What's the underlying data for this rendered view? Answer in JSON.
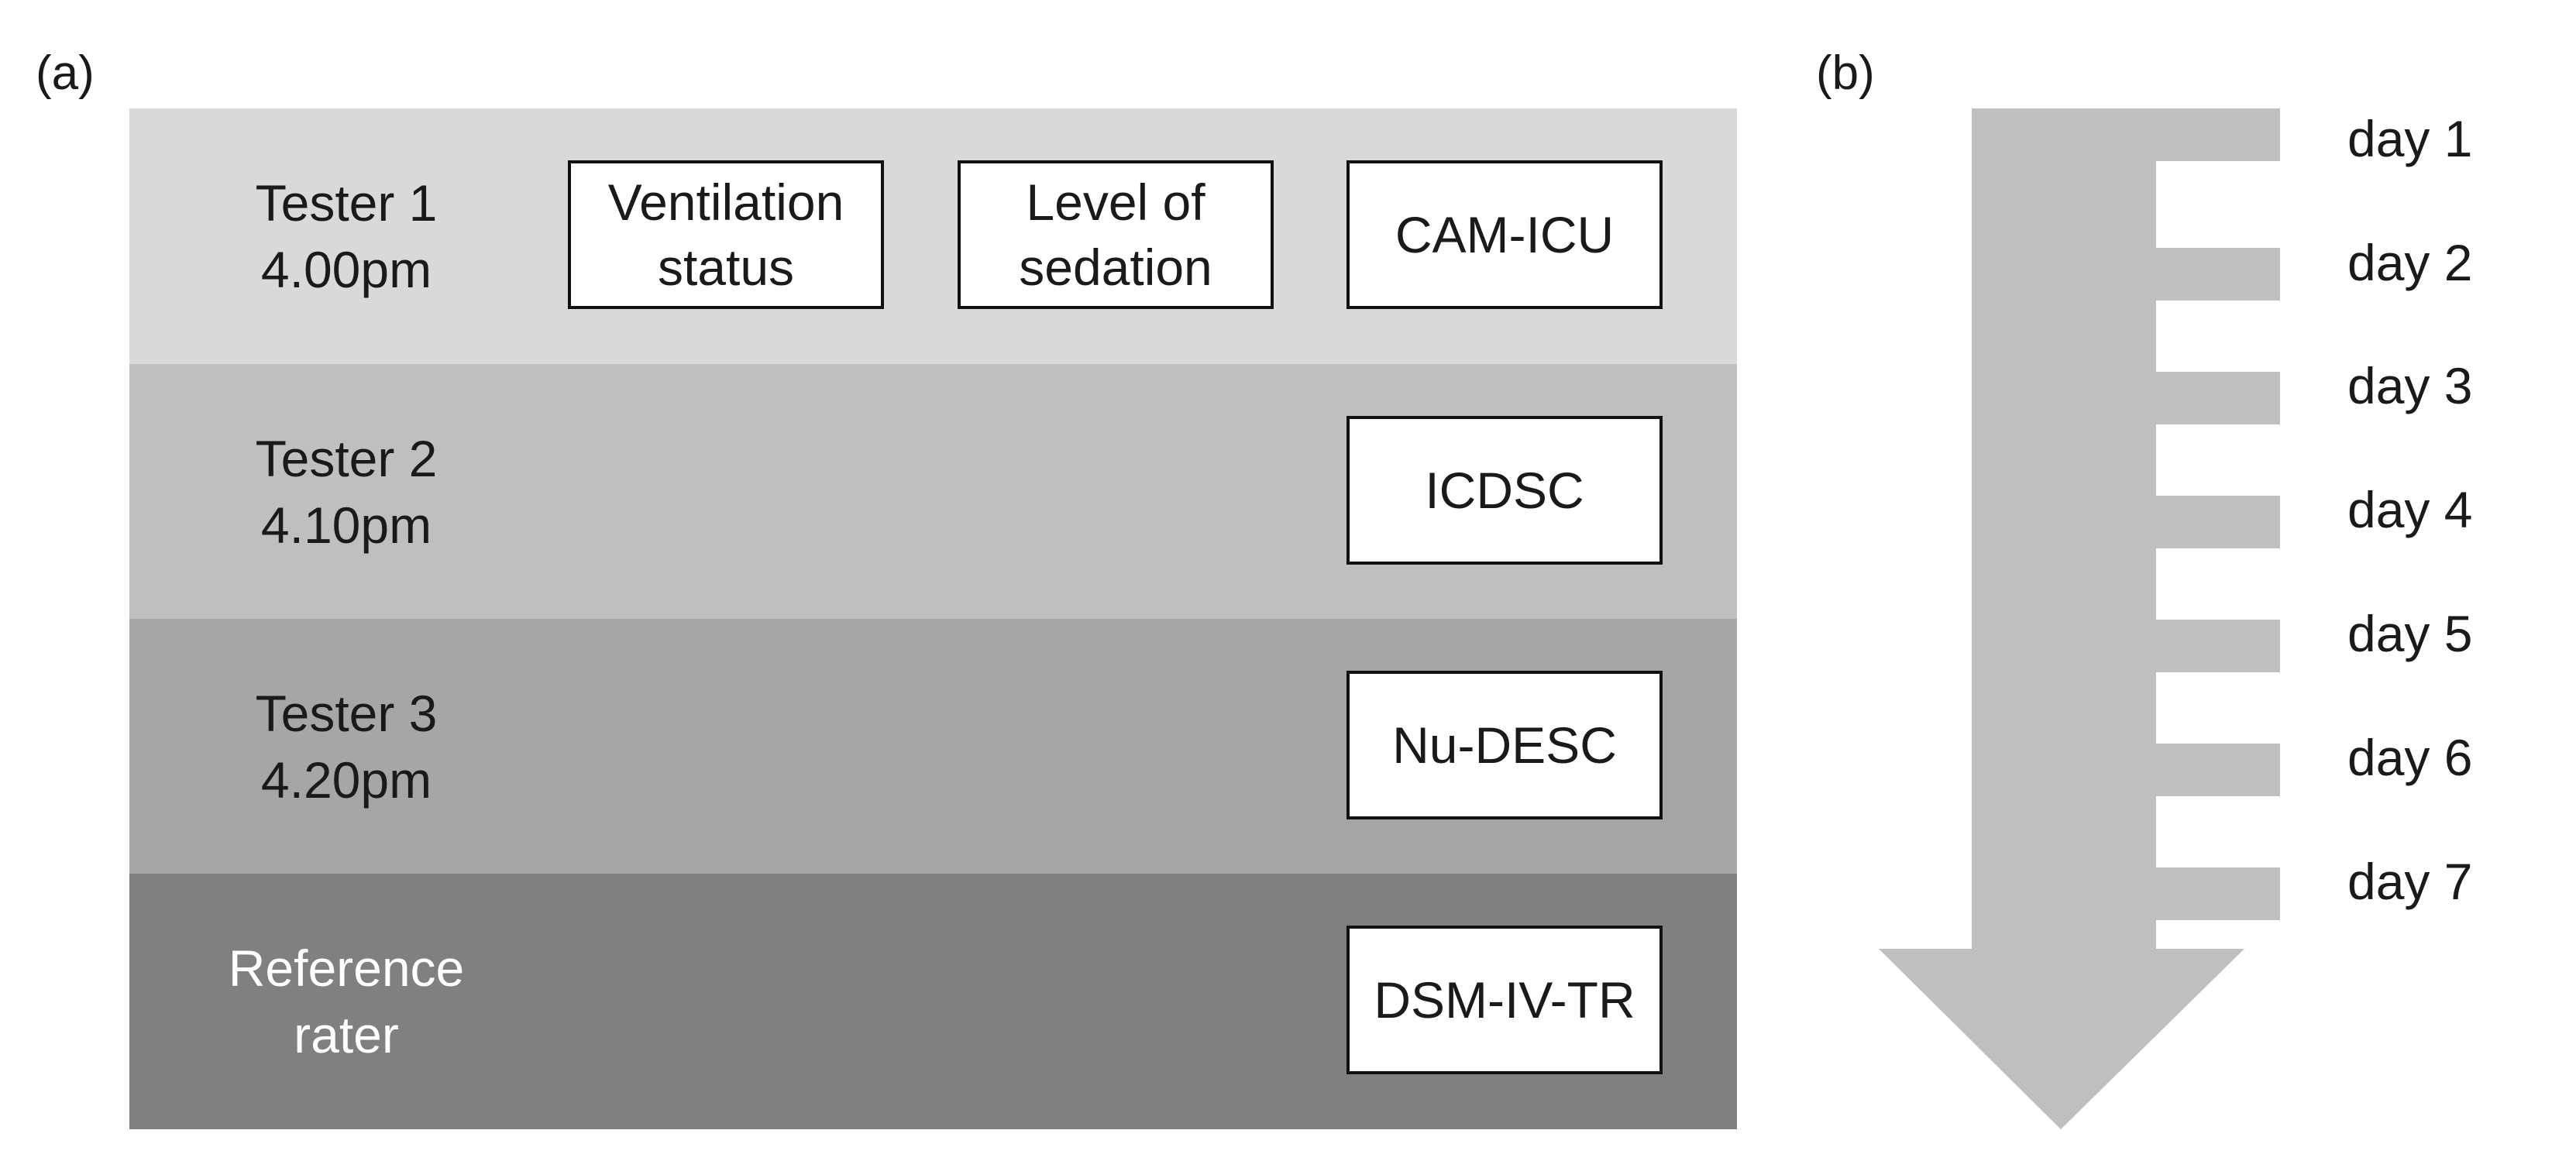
{
  "panel_a": {
    "label": "(a)",
    "rows": [
      {
        "tester": "Tester 1",
        "time": "4.00pm",
        "boxes": [
          "Ventilation status",
          "Level of sedation",
          "CAM-ICU"
        ]
      },
      {
        "tester": "Tester 2",
        "time": "4.10pm",
        "boxes": [
          "ICDSC"
        ]
      },
      {
        "tester": "Tester 3",
        "time": "4.20pm",
        "boxes": [
          "Nu-DESC"
        ]
      },
      {
        "tester": "Reference",
        "time": "rater",
        "boxes": [
          "DSM-IV-TR"
        ]
      }
    ],
    "colors": [
      "#d9d9d9",
      "#bfbfbf",
      "#a6a6a6",
      "#808080"
    ]
  },
  "panel_b": {
    "label": "(b)",
    "days": [
      "day 1",
      "day 2",
      "day 3",
      "day 4",
      "day 5",
      "day 6",
      "day 7"
    ],
    "arrow_color": "#bfbfbf"
  }
}
